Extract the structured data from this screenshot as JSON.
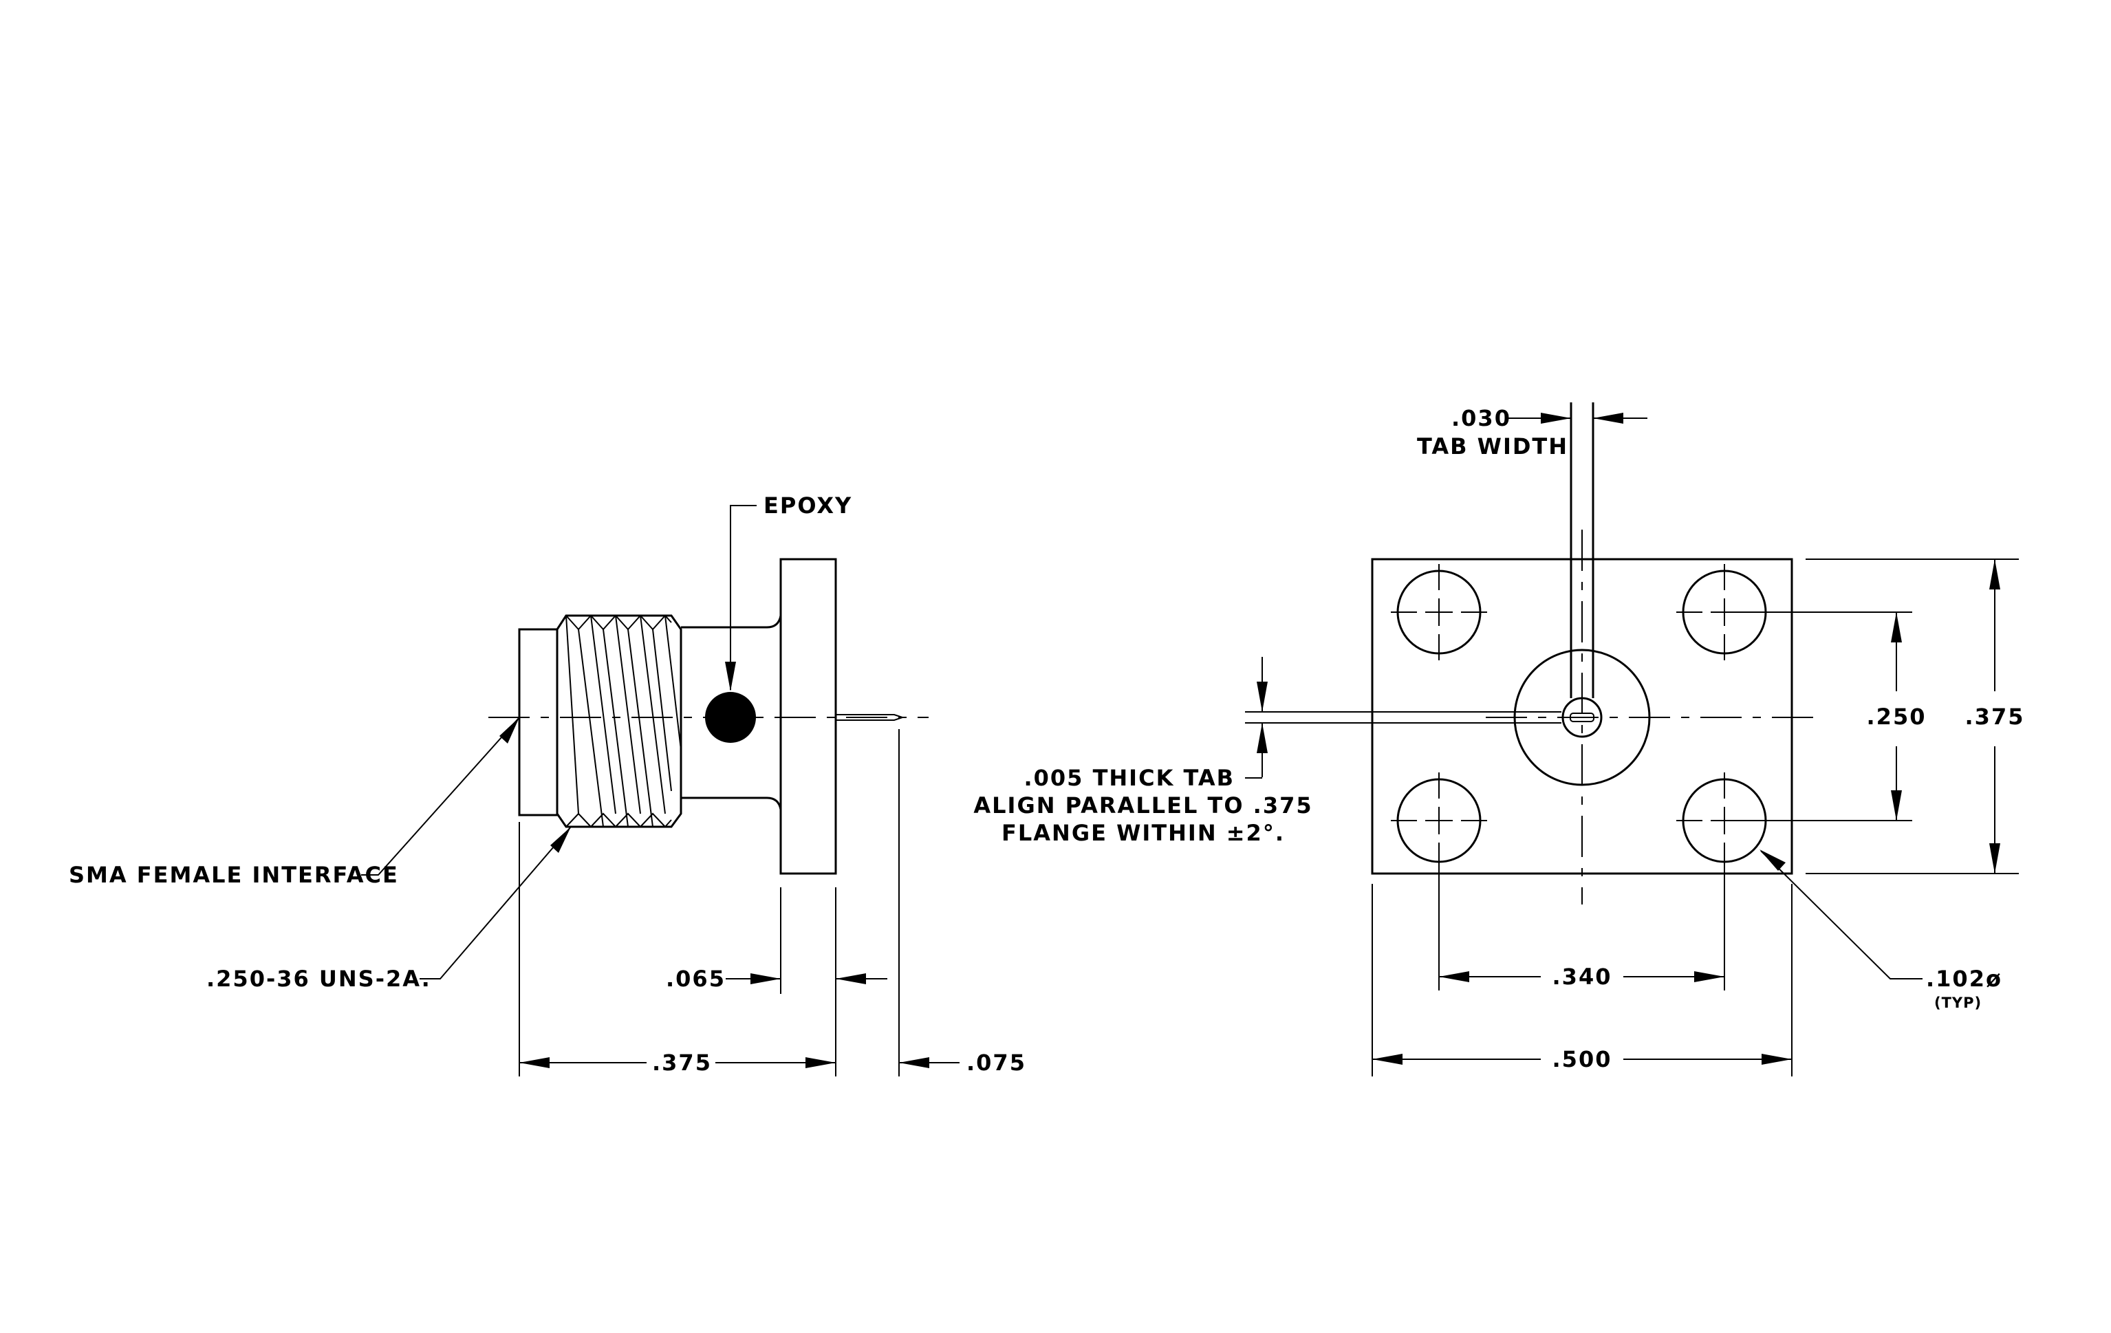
{
  "side_view": {
    "epoxy": "EPOXY",
    "interface": "SMA FEMALE INTERFACE",
    "thread": ".250-36 UNS-2A.",
    "flange_thickness": ".065",
    "overall_length": ".375",
    "tab_extension": ".075"
  },
  "front_view": {
    "tab_width_value": ".030",
    "tab_width_label": "TAB WIDTH",
    "tab_note": [
      ".005 THICK TAB",
      "ALIGN PARALLEL TO .375",
      "FLANGE WITHIN ±2°."
    ],
    "hole_spacing_v": ".250",
    "flange_height": ".375",
    "hole_spacing_h": ".340",
    "flange_width": ".500",
    "hole_dia": ".102ø",
    "hole_dia_note": "(TYP)"
  },
  "colors": {
    "line": "#000000",
    "background": "#ffffff"
  }
}
